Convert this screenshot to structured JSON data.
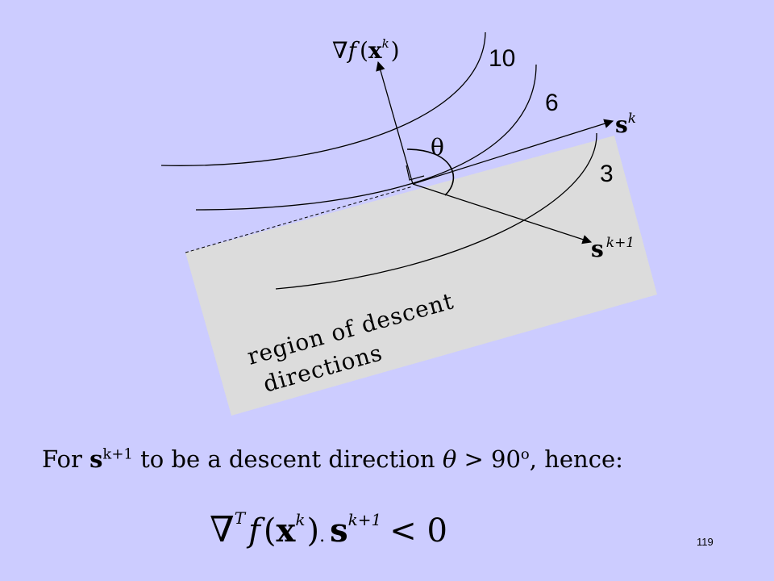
{
  "colors": {
    "background": "#ccccff",
    "region": "#dcdcdc",
    "ink": "#000000"
  },
  "diagram": {
    "gradient_label": {
      "symbol": "∇",
      "func": "f",
      "open": "(",
      "vec": "x",
      "sup": "k",
      "close": ")"
    },
    "contours": [
      "10",
      "6",
      "3"
    ],
    "theta": "θ",
    "sk": {
      "base": "s",
      "sup": "k"
    },
    "sk1": {
      "base": "s",
      "sup": "k+1"
    },
    "region_label": [
      "region of descent",
      "directions"
    ]
  },
  "caption": {
    "pre": "For ",
    "s": "s",
    "sup": "k+1",
    "mid": " to be a descent direction ",
    "theta": "θ",
    "rel": " > 90",
    "deg": "o",
    "post": ", hence:"
  },
  "formula": {
    "nabla": "∇",
    "T": "T",
    "f": "f",
    "open": "(",
    "x": "x",
    "xsup": "k",
    "close": ")",
    "dot": ".",
    "s": "s",
    "ssup": "k+1",
    "rel": "< 0"
  },
  "page_number": "119"
}
